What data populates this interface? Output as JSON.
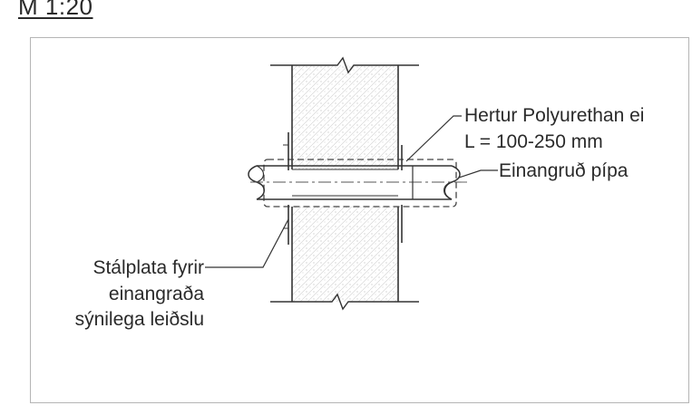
{
  "scale_label": "M 1:20",
  "labels": {
    "insulation_line1": "Hertur Polyurethan ei",
    "insulation_line2": "L = 100-250 mm",
    "pipe": "Einangruð pípa",
    "steel_plate_line1": "Stálplata fyrir",
    "steel_plate_line2": "einangraða",
    "steel_plate_line3": "sýnilega leiðslu"
  }
}
